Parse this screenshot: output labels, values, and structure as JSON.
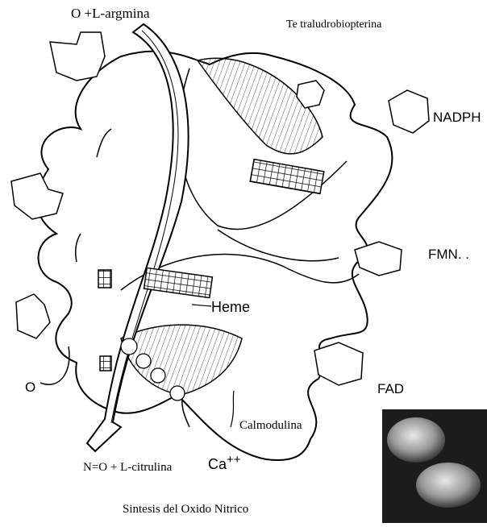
{
  "diagram": {
    "labels": {
      "top_left_input": "O  +L-argmina",
      "top_right_cofactor": "Te traludrobiopterina",
      "nadph": "NADPH",
      "fmn": "FMN. .",
      "heme": "Heme",
      "fad": "FAD",
      "calmodulin": "Calmodulina",
      "oxygen": "O",
      "output": "N=O + L-citrulina",
      "calcium": "Ca",
      "calcium_charge": "++",
      "caption": "Sintesis del Oxido Nitrico"
    },
    "colors": {
      "ink": "#000000",
      "paper": "#ffffff",
      "photo_bg": "#1c1c1c",
      "hatch": "#555555"
    },
    "icons": {
      "flow_arrow": "curved-flow-arrow",
      "heme_block": "hatched-heme-block",
      "calcium_ion": "ion-circle",
      "photo": "cell-micrograph"
    }
  }
}
